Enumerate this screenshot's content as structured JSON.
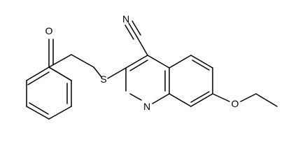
{
  "molecule": {
    "atoms": {
      "n_cyano": "N",
      "o_carbonyl": "O",
      "s_thioether": "S",
      "n_ring": "N",
      "o_ether": "O"
    }
  }
}
